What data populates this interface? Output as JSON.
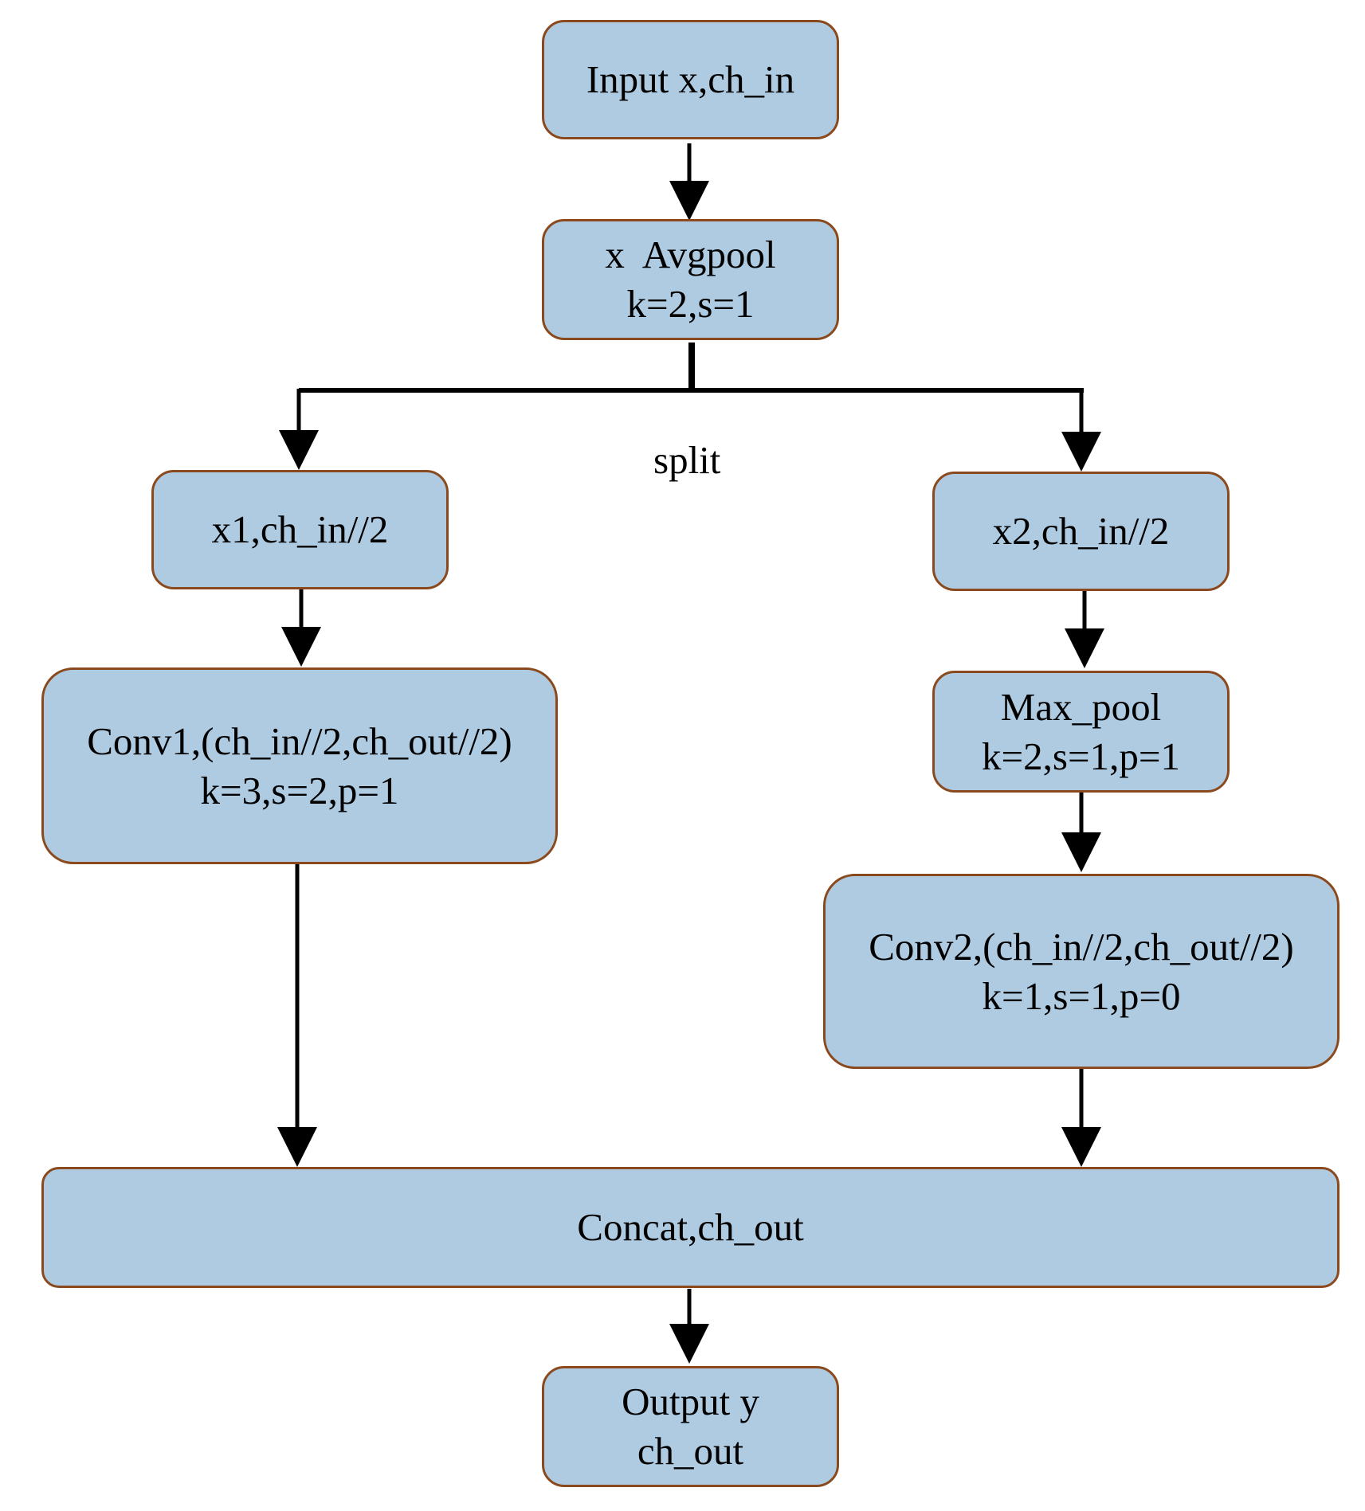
{
  "colors": {
    "node_fill": "#aecbe2",
    "node_border": "#8a4a1e",
    "edge": "#000000",
    "background": "#ffffff"
  },
  "nodes": {
    "input": {
      "line1": "Input x,ch_in"
    },
    "avgpool": {
      "line1": "x  Avgpool",
      "line2": "k=2,s=1"
    },
    "x1": {
      "line1": "x1,ch_in//2"
    },
    "x2": {
      "line1": "x2,ch_in//2"
    },
    "conv1": {
      "line1": "Conv1,(ch_in//2,ch_out//2)",
      "line2": "k=3,s=2,p=1"
    },
    "maxpool": {
      "line1": "Max_pool",
      "line2": "k=2,s=1,p=1"
    },
    "conv2": {
      "line1": "Conv2,(ch_in//2,ch_out//2)",
      "line2": "k=1,s=1,p=0"
    },
    "concat": {
      "line1": "Concat,ch_out"
    },
    "output": {
      "line1": "Output y",
      "line2": "ch_out"
    }
  },
  "labels": {
    "split": "split"
  }
}
